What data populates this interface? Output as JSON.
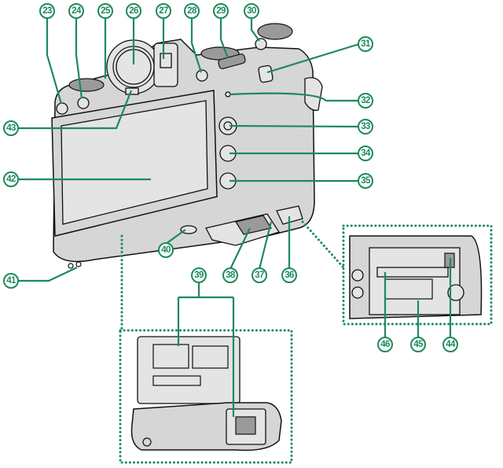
{
  "callouts": {
    "c23": "23",
    "c24": "24",
    "c25": "25",
    "c26": "26",
    "c27": "27",
    "c28": "28",
    "c29": "29",
    "c30": "30",
    "c31": "31",
    "c32": "32",
    "c33": "33",
    "c34": "34",
    "c35": "35",
    "c36": "36",
    "c37": "37",
    "c38": "38",
    "c39": "39",
    "c40": "40",
    "c41": "41",
    "c42": "42",
    "c43": "43",
    "c44": "44",
    "c45": "45",
    "c46": "46"
  },
  "colors": {
    "callout": "#1d8a5c",
    "body": "#d6d6d6"
  }
}
